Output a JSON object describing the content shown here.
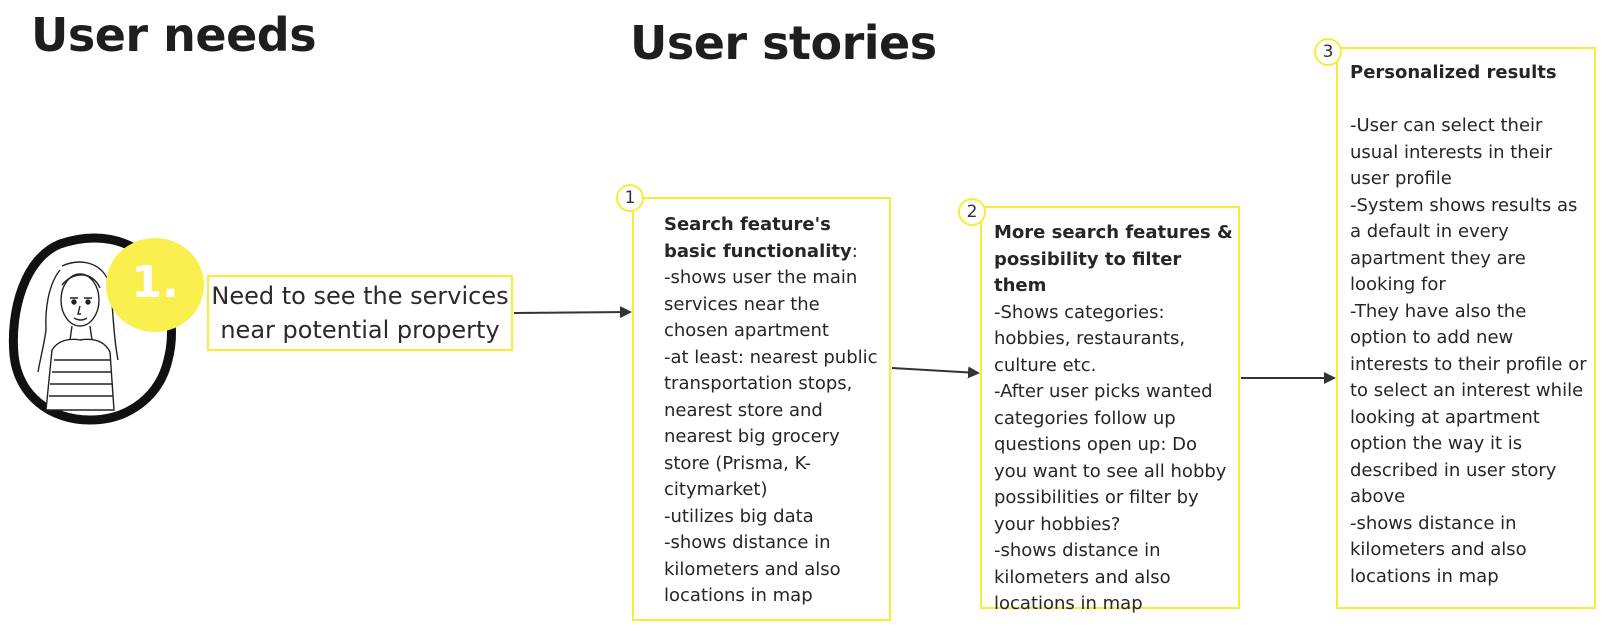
{
  "headings": {
    "user_needs": "User needs",
    "user_stories": "User stories"
  },
  "persona": {
    "number": "1.",
    "need_text": "Need to see the services near potential property"
  },
  "stories": [
    {
      "number": "1",
      "title": "Search feature's basic functionality",
      "title_suffix": ":",
      "body": "-shows user the main services near the chosen apartment\n-at least: nearest public transportation stops, nearest store and nearest big grocery store (Prisma, K-citymarket)\n-utilizes big data\n-shows distance in kilometers and also locations in map"
    },
    {
      "number": "2",
      "title": "More search features & possibility to filter them",
      "title_suffix": "",
      "body": "-Shows categories: hobbies, restaurants, culture etc.\n-After user picks wanted categories follow up questions open up: Do you want to see all hobby possibilities or filter by your hobbies?\n-shows distance in kilometers and also locations in map"
    },
    {
      "number": "3",
      "title": "Personalized results",
      "title_suffix": "",
      "body": "\n-User can select their usual interests in their user profile\n-System shows results as a default in every apartment they are looking for\n-They have also the option to add new interests to their profile or to select an interest while looking at apartment option the way it is described in user story above\n-shows distance in kilometers and also locations in map"
    }
  ],
  "colors": {
    "accent_yellow": "#f7ec3a",
    "text": "#222222",
    "arrow": "#333333"
  }
}
